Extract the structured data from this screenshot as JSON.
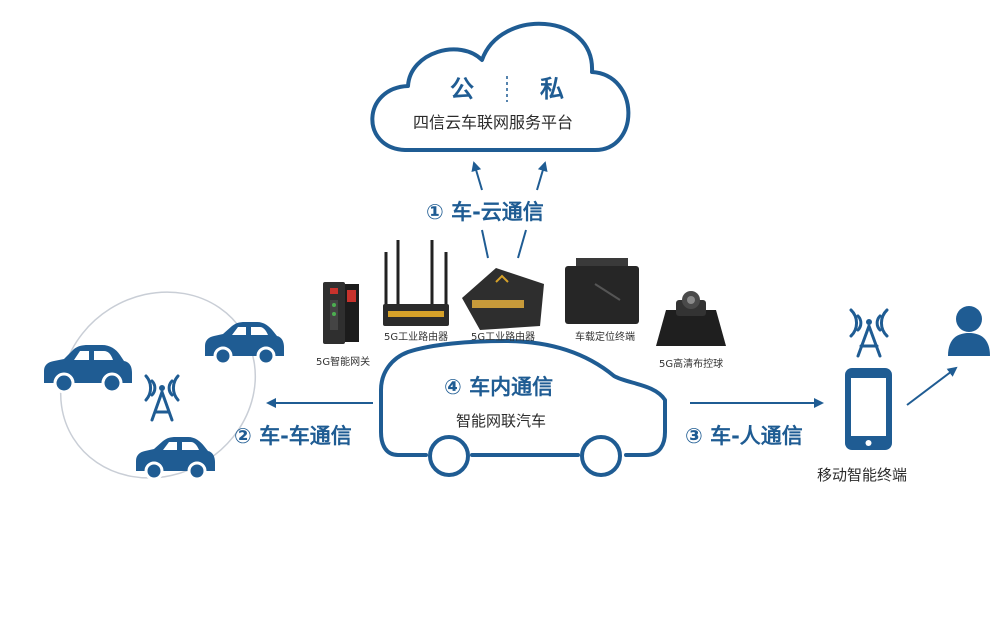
{
  "cloud": {
    "left_char": "公",
    "right_char": "私",
    "platform": "四信云车联网服务平台"
  },
  "links": {
    "v2c": "① 车-云通信",
    "v2v": "② 车-车通信",
    "v2p": "③ 车-人通信",
    "in_vehicle": "④ 车内通信"
  },
  "vehicle": {
    "label": "智能网联汽车"
  },
  "devices": [
    {
      "label": "5G智能网关"
    },
    {
      "label": "5G工业路由器"
    },
    {
      "label": "5G工业路由器"
    },
    {
      "label": "车载定位终端"
    },
    {
      "label": "5G高清布控球"
    }
  ],
  "mobile": {
    "label": "移动智能终端"
  },
  "colors": {
    "brand_blue": "#1f5c93",
    "ellipse": "#c9ced6"
  },
  "icons": [
    "cloud-icon",
    "car-icon",
    "tower-icon",
    "phone-icon",
    "user-icon",
    "arrow-icon"
  ]
}
